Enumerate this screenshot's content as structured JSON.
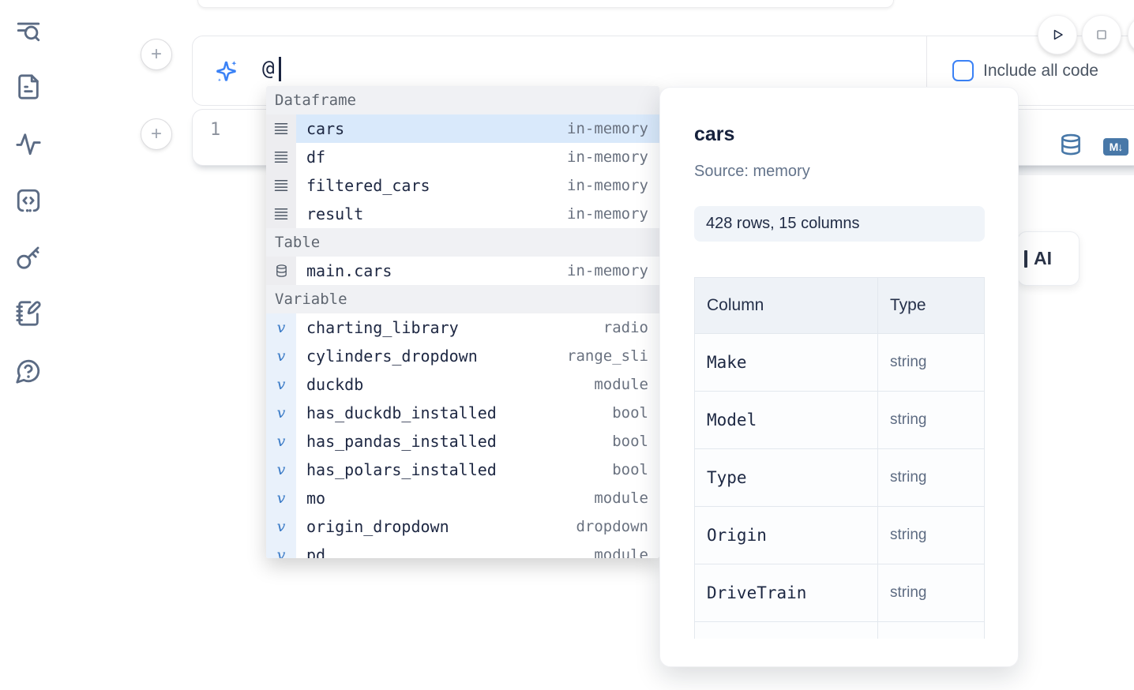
{
  "sidebar": {
    "items": [
      {
        "icon": "list-search-icon"
      },
      {
        "icon": "file-text-icon"
      },
      {
        "icon": "activity-icon"
      },
      {
        "icon": "code-square-icon"
      },
      {
        "icon": "key-icon"
      },
      {
        "icon": "notebook-pen-icon"
      },
      {
        "icon": "help-bubble-icon"
      }
    ]
  },
  "ai_input": {
    "value": "@",
    "include_all_code": {
      "label": "Include all code",
      "checked": false
    }
  },
  "editor": {
    "line_number": "1"
  },
  "autocomplete": {
    "sections": [
      {
        "label": "Dataframe",
        "items": [
          {
            "name": "cars",
            "meta": "in-memory",
            "icon": "rows-icon",
            "selected": true
          },
          {
            "name": "df",
            "meta": "in-memory",
            "icon": "rows-icon",
            "selected": false
          },
          {
            "name": "filtered_cars",
            "meta": "in-memory",
            "icon": "rows-icon",
            "selected": false
          },
          {
            "name": "result",
            "meta": "in-memory",
            "icon": "rows-icon",
            "selected": false
          }
        ]
      },
      {
        "label": "Table",
        "items": [
          {
            "name": "main.cars",
            "meta": "in-memory",
            "icon": "database-icon",
            "selected": false
          }
        ]
      },
      {
        "label": "Variable",
        "items": [
          {
            "name": "charting_library",
            "meta": "radio",
            "icon": "variable-icon",
            "selected": false
          },
          {
            "name": "cylinders_dropdown",
            "meta": "range_sli",
            "icon": "variable-icon",
            "selected": false
          },
          {
            "name": "duckdb",
            "meta": "module",
            "icon": "variable-icon",
            "selected": false
          },
          {
            "name": "has_duckdb_installed",
            "meta": "bool",
            "icon": "variable-icon",
            "selected": false
          },
          {
            "name": "has_pandas_installed",
            "meta": "bool",
            "icon": "variable-icon",
            "selected": false
          },
          {
            "name": "has_polars_installed",
            "meta": "bool",
            "icon": "variable-icon",
            "selected": false
          },
          {
            "name": "mo",
            "meta": "module",
            "icon": "variable-icon",
            "selected": false
          },
          {
            "name": "origin_dropdown",
            "meta": "dropdown",
            "icon": "variable-icon",
            "selected": false
          },
          {
            "name": "pd",
            "meta": "module",
            "icon": "variable-icon",
            "selected": false
          }
        ]
      }
    ]
  },
  "preview": {
    "title": "cars",
    "source": "Source: memory",
    "shape": "428 rows, 15 columns",
    "table": {
      "headers": [
        "Column",
        "Type"
      ],
      "rows": [
        [
          "Make",
          "string"
        ],
        [
          "Model",
          "string"
        ],
        [
          "Type",
          "string"
        ],
        [
          "Origin",
          "string"
        ],
        [
          "DriveTrain",
          "string"
        ],
        [
          "",
          ""
        ]
      ]
    }
  },
  "ai_fragment": {
    "label": "AI"
  },
  "colors": {
    "accent_blue": "#3b82f6",
    "steel_blue": "#4878a8",
    "selected_row": "#d9e9fb",
    "icon_slate": "#5b6b84"
  }
}
